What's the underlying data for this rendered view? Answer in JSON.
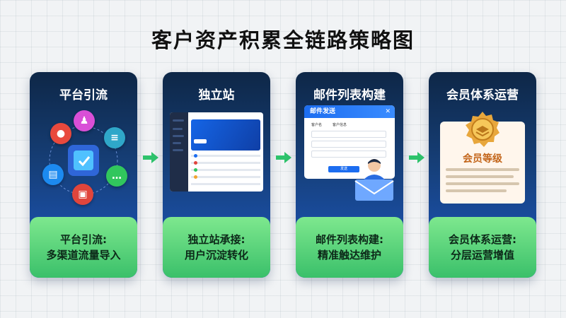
{
  "title": "客户资产积累全链路策略图",
  "cards": [
    {
      "title": "平台引流",
      "bottom_line1": "平台引流:",
      "bottom_line2": "多渠道流量导入"
    },
    {
      "title": "独立站",
      "bottom_line1": "独立站承接:",
      "bottom_line2": "用户沉淀转化"
    },
    {
      "title": "邮件列表构建",
      "bottom_line1": "邮件列表构建:",
      "bottom_line2": "精准触达维护"
    },
    {
      "title": "会员体系运营",
      "bottom_line1": "会员体系运营:",
      "bottom_line2": "分层运营增值"
    }
  ],
  "mail_window": {
    "title": "邮件发送",
    "tab1": "客户名",
    "tab2": "客户信息",
    "send_label": "发送"
  },
  "membership": {
    "label": "会员等级"
  },
  "colors": {
    "card_top": "#0e2747",
    "card_bottom": "#1d59c4",
    "accent_green": "#3ac06a",
    "arrow": "#2ec36c"
  }
}
